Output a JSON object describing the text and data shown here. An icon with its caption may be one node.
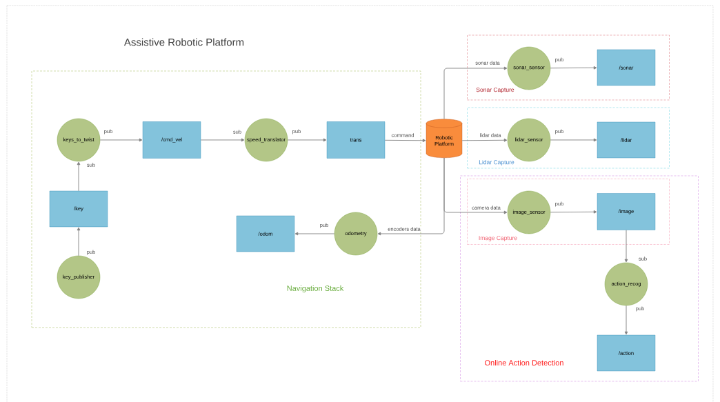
{
  "diagram": {
    "title": "Assistive Robotic Platform",
    "nodes": [
      {
        "text": [
          "Navigation Stack"
        ]
      },
      {
        "text": [
          "keys_to_twist"
        ],
        "in": 0
      },
      {
        "text": [
          "/cmd_vel"
        ],
        "in": 0
      },
      {
        "text": [
          "speed_translator"
        ],
        "in": 0
      },
      {
        "text": [
          "trans"
        ],
        "in": 0
      },
      {
        "text": [
          "/key"
        ],
        "in": 0
      },
      {
        "text": [
          "key_publisher"
        ],
        "in": 0
      },
      {
        "text": [
          "/odom"
        ],
        "in": 0
      },
      {
        "text": [
          "odometry"
        ],
        "in": 0
      },
      {
        "text": [
          "Robotic Platform"
        ]
      },
      {
        "text": [
          "Sonar Capture"
        ]
      },
      {
        "text": [
          "sonar_sensor"
        ],
        "in": 10
      },
      {
        "text": [
          "/sonar"
        ],
        "in": 10
      },
      {
        "text": [
          "Lidar Capture"
        ]
      },
      {
        "text": [
          "lidar_sensor"
        ],
        "in": 13
      },
      {
        "text": [
          "/lidar"
        ],
        "in": 13
      },
      {
        "text": [
          "Online Action Detection"
        ]
      },
      {
        "text": [
          "Image Capture"
        ],
        "in": 16
      },
      {
        "text": [
          "image_sensor"
        ],
        "in": 17
      },
      {
        "text": [
          "/image"
        ],
        "in": 17
      },
      {
        "text": [
          "action_recog"
        ],
        "in": 16
      },
      {
        "text": [
          "/action"
        ],
        "in": 16
      }
    ],
    "edges": [
      {
        "from": 1,
        "to": 2,
        "arrow": "to",
        "label": "pub"
      },
      {
        "from": 2,
        "to": 3,
        "arrow": "to",
        "label": "sub"
      },
      {
        "from": 3,
        "to": 4,
        "arrow": "to",
        "label": "pub"
      },
      {
        "from": 4,
        "to": 9,
        "arrow": "to",
        "label": "command"
      },
      {
        "from": 5,
        "to": 1,
        "arrow": "to",
        "label": "sub"
      },
      {
        "from": 6,
        "to": 5,
        "arrow": "to",
        "label": "pub"
      },
      {
        "from": 8,
        "to": 7,
        "arrow": "to",
        "label": "pub"
      },
      {
        "from": 9,
        "to": 8,
        "arrow": "to",
        "label": "encoders data"
      },
      {
        "from": 9,
        "to": 11,
        "arrow": "to",
        "label": "sonar data"
      },
      {
        "from": 9,
        "to": 14,
        "arrow": "to",
        "label": "lidar data"
      },
      {
        "from": 9,
        "to": 18,
        "arrow": "to",
        "label": "camera data"
      },
      {
        "from": 11,
        "to": 12,
        "arrow": "to",
        "label": "pub"
      },
      {
        "from": 14,
        "to": 15,
        "arrow": "to",
        "label": "pub"
      },
      {
        "from": 18,
        "to": 19,
        "arrow": "to",
        "label": "pub"
      },
      {
        "from": 19,
        "to": 20,
        "arrow": "to",
        "label": "sub"
      },
      {
        "from": 20,
        "to": 21,
        "arrow": "to",
        "label": "pub"
      }
    ]
  }
}
